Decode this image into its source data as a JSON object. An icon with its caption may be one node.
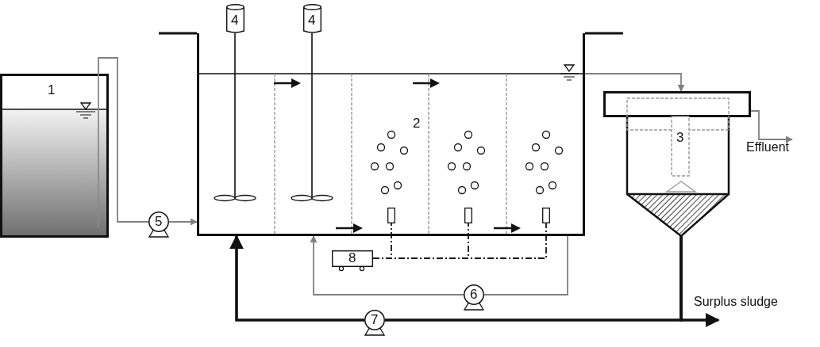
{
  "diagram": {
    "nodes": [
      {
        "text": [
          "1"
        ]
      },
      {
        "text": [
          "4"
        ]
      },
      {
        "text": [
          "4"
        ]
      },
      {
        "text": [
          "2"
        ]
      },
      {
        "text": [],
        "shape": "box",
        "in": 3
      },
      {
        "text": [],
        "shape": "box",
        "in": 3
      },
      {
        "text": [],
        "shape": "box",
        "in": 3
      },
      {
        "text": [
          "3"
        ]
      },
      {
        "text": [
          "Effluent"
        ]
      },
      {
        "text": [
          "5"
        ]
      },
      {
        "text": [
          "8"
        ]
      },
      {
        "text": [
          "6"
        ]
      },
      {
        "text": [
          "7"
        ]
      },
      {
        "text": [
          "Surplus sludge"
        ]
      }
    ],
    "edges": [
      {
        "from": 0,
        "to": 9,
        "arrow": "none",
        "color": "#808080"
      },
      {
        "from": 9,
        "to": 3,
        "arrow": "to",
        "color": "#808080"
      },
      {
        "from": 3,
        "to": 7,
        "arrow": "to",
        "color": "#808080"
      },
      {
        "from": 7,
        "to": 8,
        "arrow": "to",
        "color": "#808080"
      },
      {
        "from": 3,
        "to": 11,
        "arrow": "none",
        "color": "#808080"
      },
      {
        "from": 11,
        "to": 3,
        "arrow": "to",
        "color": "#808080"
      },
      {
        "from": 10,
        "to": 4,
        "arrow": "none",
        "style": "dashed",
        "color": "#111111"
      },
      {
        "from": 10,
        "to": 5,
        "arrow": "none",
        "style": "dashed",
        "color": "#111111"
      },
      {
        "from": 10,
        "to": 6,
        "arrow": "none",
        "style": "dashed",
        "color": "#111111"
      },
      {
        "from": 7,
        "to": 12,
        "arrow": "none",
        "style": "thick",
        "color": "#111111"
      },
      {
        "from": 12,
        "to": 3,
        "arrow": "to",
        "style": "thick",
        "color": "#111111"
      },
      {
        "from": 7,
        "to": 13,
        "arrow": "to",
        "style": "thick",
        "color": "#111111"
      }
    ]
  }
}
